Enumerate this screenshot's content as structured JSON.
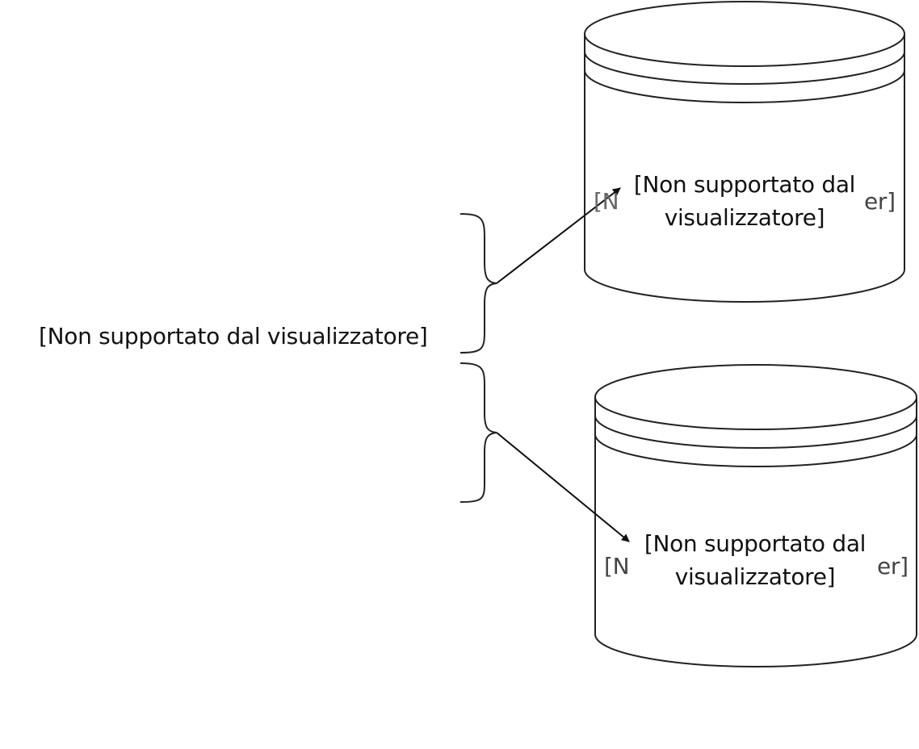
{
  "left_label": "[Non supportato dal visualizzatore]",
  "db_top": {
    "label_line1": "[Non supportato dal",
    "label_line2": "visualizzatore]",
    "behind_left": "[N",
    "behind_right": "er]"
  },
  "db_bottom": {
    "label_line1": "[Non supportato dal",
    "label_line2": "visualizzatore]",
    "behind_left": "[N",
    "behind_right": "er]"
  }
}
